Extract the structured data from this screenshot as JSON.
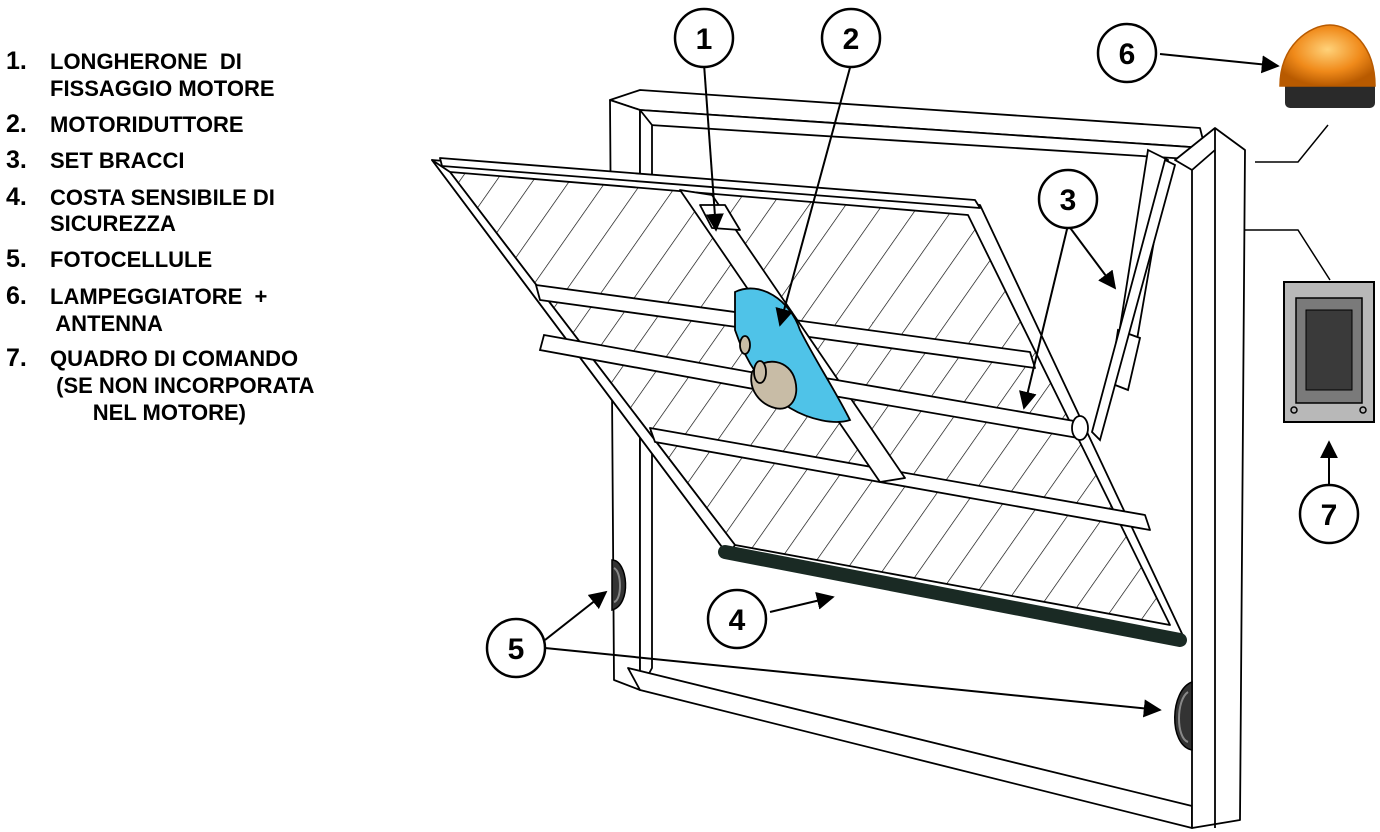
{
  "legend": [
    {
      "number": "1.",
      "lines": [
        "LONGHERONE  DI",
        "FISSAGGIO MOTORE"
      ]
    },
    {
      "number": "2.",
      "lines": [
        "MOTORIDUTTORE"
      ]
    },
    {
      "number": "3.",
      "lines": [
        "SET BRACCI"
      ]
    },
    {
      "number": "4.",
      "lines": [
        "COSTA SENSIBILE DI",
        "SICUREZZA"
      ]
    },
    {
      "number": "5.",
      "lines": [
        "FOTOCELLULE"
      ]
    },
    {
      "number": "6.",
      "lines": [
        "LAMPEGGIATORE  +",
        " ANTENNA"
      ]
    },
    {
      "number": "7.",
      "lines": [
        "QUADRO DI COMANDO",
        " (SE NON INCORPORATA",
        "       NEL MOTORE)"
      ]
    }
  ],
  "callouts": [
    "1",
    "2",
    "3",
    "4",
    "5",
    "6",
    "7"
  ],
  "colors": {
    "motor": "#4fc3e8",
    "motor_cover": "#c8bca6",
    "lamp": "#f08a1a",
    "lamp_base": "#2a2a2a",
    "safety_edge": "#1a2a24",
    "panel": "#b8b8b8",
    "panel_window": "#3a3a3a",
    "line": "#000000"
  },
  "icons": [
    "photocell-icon",
    "flashing-lamp-icon",
    "control-panel-icon"
  ]
}
